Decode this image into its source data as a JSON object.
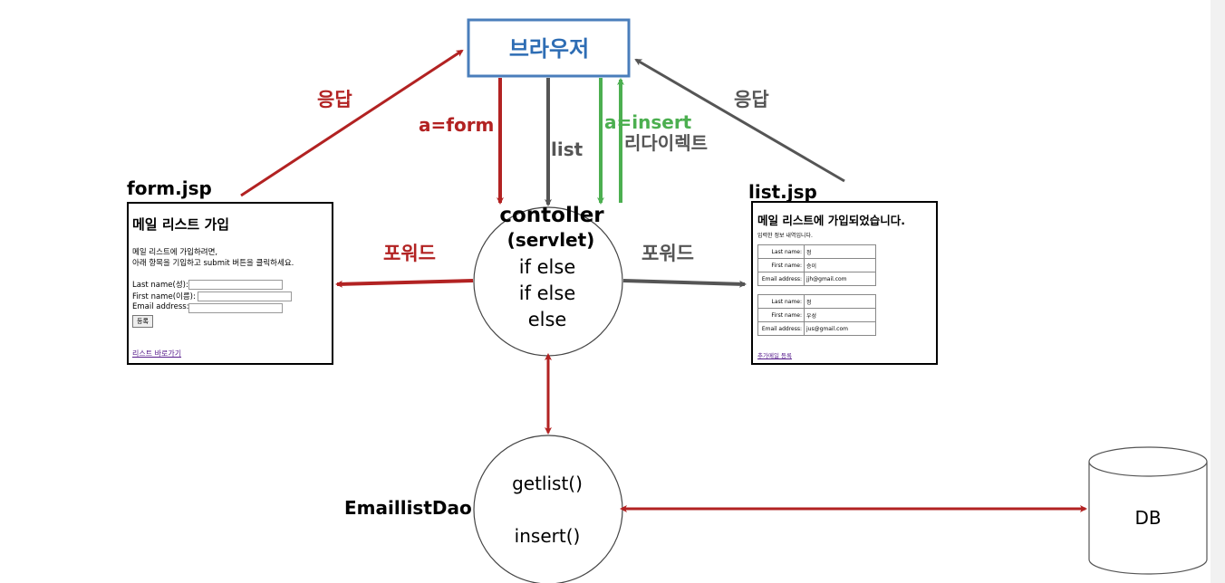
{
  "browser": {
    "label": "브라우저"
  },
  "arrows": {
    "resp_left": "응답",
    "resp_right": "응답",
    "a_form": "a=form",
    "list": "list",
    "a_insert": "a=insert",
    "redirect": "리다이렉트",
    "forward_left": "포워드",
    "forward_right": "포워드"
  },
  "controller": {
    "title": "contoller",
    "subtitle": "(servlet)",
    "line1": "if else",
    "line2": "if else",
    "line3": "else"
  },
  "form_jsp": {
    "caption": "form.jsp",
    "title": "메일 리스트 가입",
    "desc1": "메일 리스트에 가입하려면,",
    "desc2": "아래 항목을 기입하고 submit 버튼을 클릭하세요.",
    "last_name": "Last name(성):",
    "first_name": "First name(이름):",
    "email": "Email address:",
    "submit": "등록",
    "link": "리스트 바로가기"
  },
  "list_jsp": {
    "caption": "list.jsp",
    "title": "메일 리스트에 가입되었습니다.",
    "subtitle": "입력한 정보 내역입니다.",
    "entries": [
      {
        "last_label": "Last name:",
        "last": "정",
        "first_label": "First name:",
        "first": "승이",
        "email_label": "Email address:",
        "email": "jjh@gmail.com"
      },
      {
        "last_label": "Last name:",
        "last": "정",
        "first_label": "First name:",
        "first": "우성",
        "email_label": "Email address:",
        "email": "jus@gmail.com"
      }
    ],
    "link": "추가메일 등록"
  },
  "dao": {
    "label": "EmaillistDao",
    "method1": "getlist()",
    "method2": "insert()"
  },
  "db": {
    "label": "DB"
  },
  "colors": {
    "red": "#b22222",
    "green": "#4caf50",
    "gray": "#555555",
    "browser_border": "#4a7ebb",
    "browser_text": "#2e6db4"
  }
}
